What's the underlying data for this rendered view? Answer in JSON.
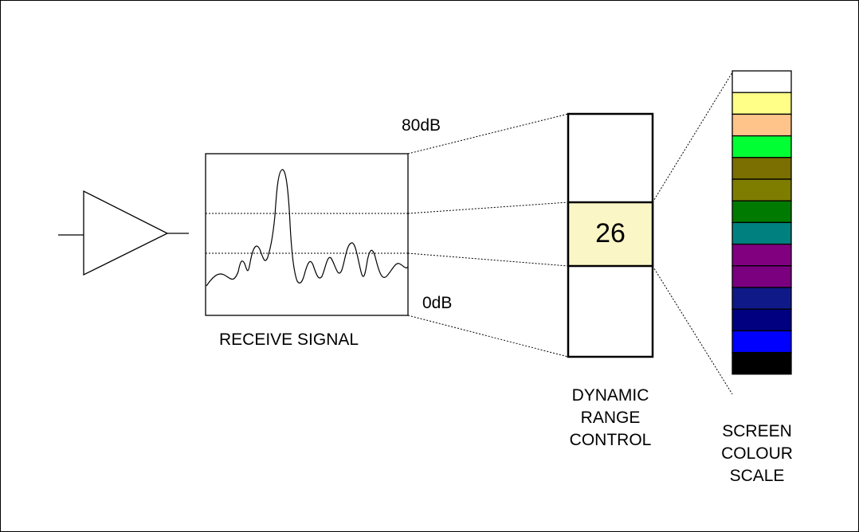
{
  "labels": {
    "top_db": "80dB",
    "bottom_db": "0dB",
    "receive_signal": "RECEIVE SIGNAL",
    "dynamic_range_value": "26",
    "dynamic_range_lines": [
      "DYNAMIC",
      "RANGE",
      "CONTROL"
    ],
    "colour_scale_lines": [
      "SCREEN",
      "COLOUR",
      "SCALE"
    ]
  },
  "colours": {
    "window_highlight": "#fbf6c6",
    "scale": [
      "#ffffff",
      "#ffff88",
      "#ffc48a",
      "#00ff33",
      "#7a6f00",
      "#7f7d00",
      "#007a00",
      "#00807f",
      "#800080",
      "#7a0080",
      "#0f1a88",
      "#000080",
      "#0000ff",
      "#000000"
    ]
  },
  "icons": {
    "amplifier": "amplifier-triangle-icon"
  }
}
